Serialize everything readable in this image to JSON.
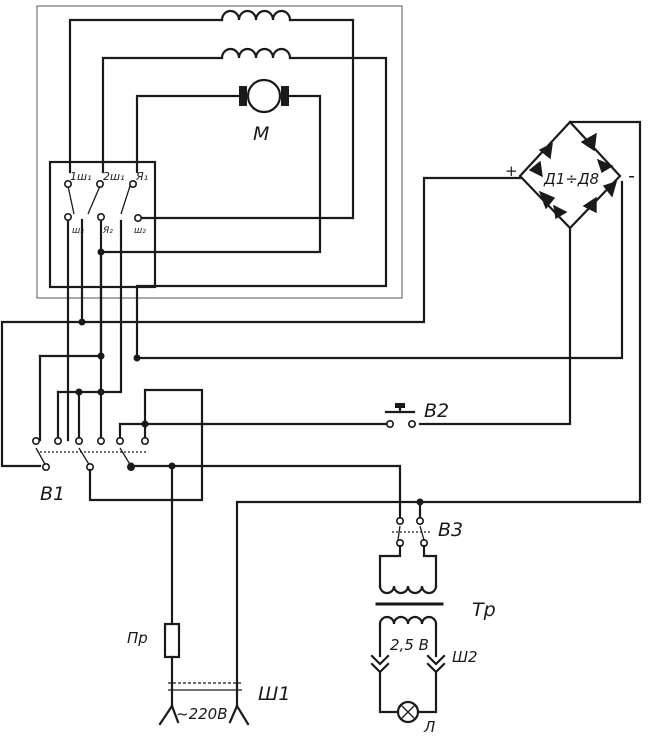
{
  "labels": {
    "motor": "М",
    "rectifier": "Д1÷Д8",
    "plus": "+",
    "minus": "-",
    "switch_b1": "В1",
    "switch_b2": "В2",
    "switch_b3": "В3",
    "transformer": "Тр",
    "voltage_secondary": "2,5 В",
    "plug_sh2": "Ш2",
    "plug_sh1": "Ш1",
    "mains": "~220В",
    "fuse": "Пр",
    "lamp": "Л"
  },
  "terminal_labels": {
    "t1": "1ш₁",
    "t2": "2ш₁",
    "t3": "Я₁",
    "t4": "ш₂",
    "t5": "Я₂",
    "t6": "ш₂"
  }
}
